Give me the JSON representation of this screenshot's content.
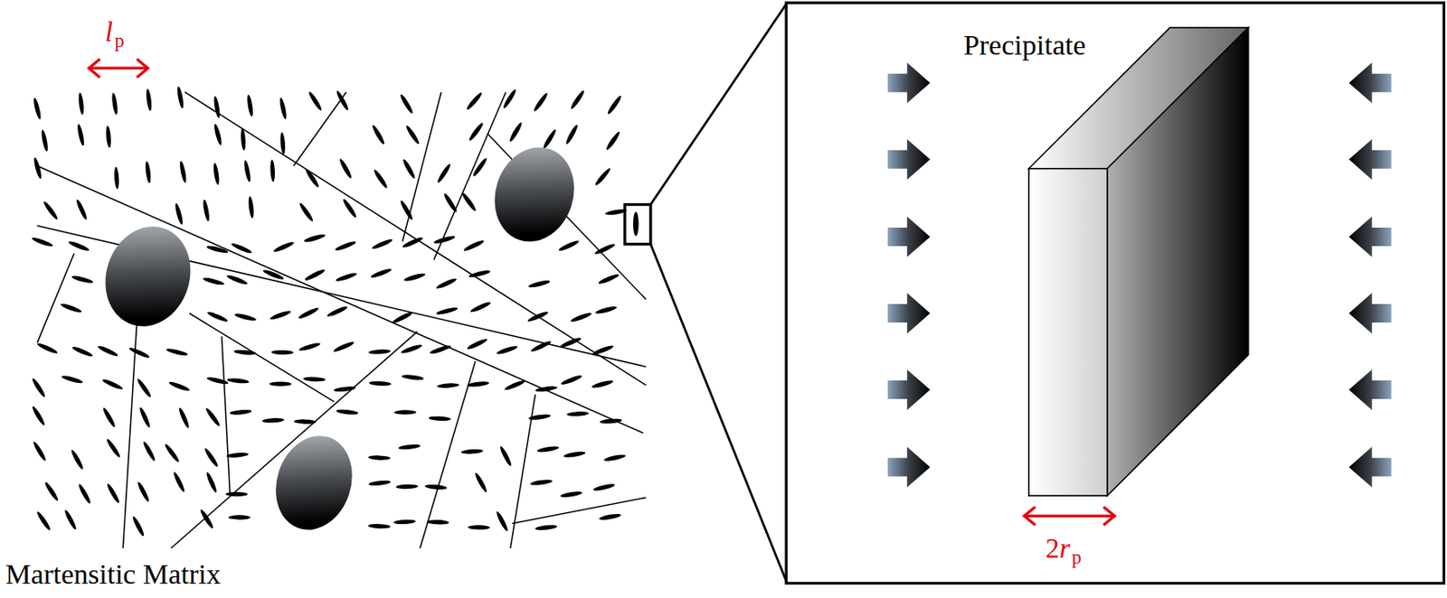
{
  "diagram": {
    "labels": [
      "l",
      "p",
      "Precipitate",
      "2",
      "r",
      "p",
      "Martensitic Matrix"
    ]
  }
}
